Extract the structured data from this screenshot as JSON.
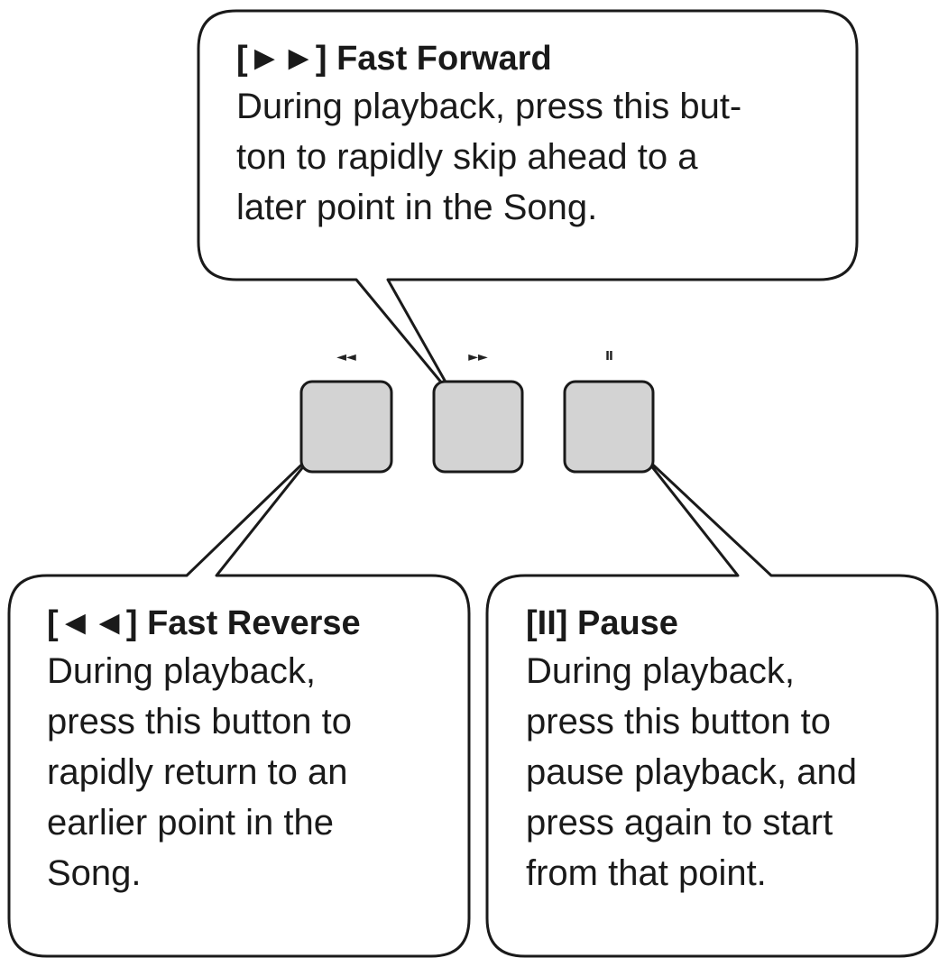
{
  "buttons": {
    "fast_reverse": {
      "glyph": "◄◄",
      "fill": "#d3d3d3"
    },
    "fast_forward": {
      "glyph": "►►",
      "fill": "#d3d3d3"
    },
    "pause": {
      "glyph": "II",
      "fill": "#d3d3d3"
    }
  },
  "callouts": {
    "fast_forward": {
      "title": "[►►] Fast Forward",
      "lines": [
        "During playback, press this but-",
        "ton to rapidly skip ahead to a",
        "later point in the Song."
      ]
    },
    "fast_reverse": {
      "title": "[◄◄] Fast Reverse",
      "lines": [
        "During playback,",
        "press this button to",
        "rapidly return to an",
        "earlier point in the",
        "Song."
      ]
    },
    "pause": {
      "title": "[II] Pause",
      "lines": [
        "During playback,",
        "press this button to",
        "pause playback, and",
        "press again to start",
        "from that point."
      ]
    }
  }
}
